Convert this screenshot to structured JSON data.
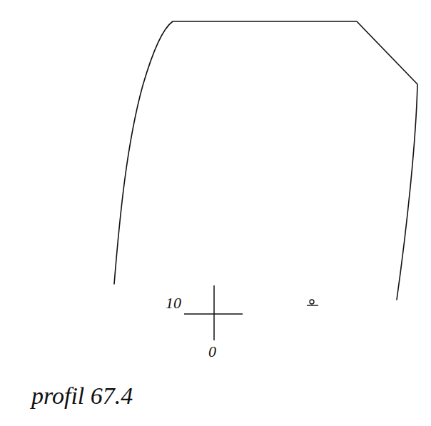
{
  "diagram": {
    "labels": [
      "10",
      "0",
      "profil 67.4"
    ]
  }
}
